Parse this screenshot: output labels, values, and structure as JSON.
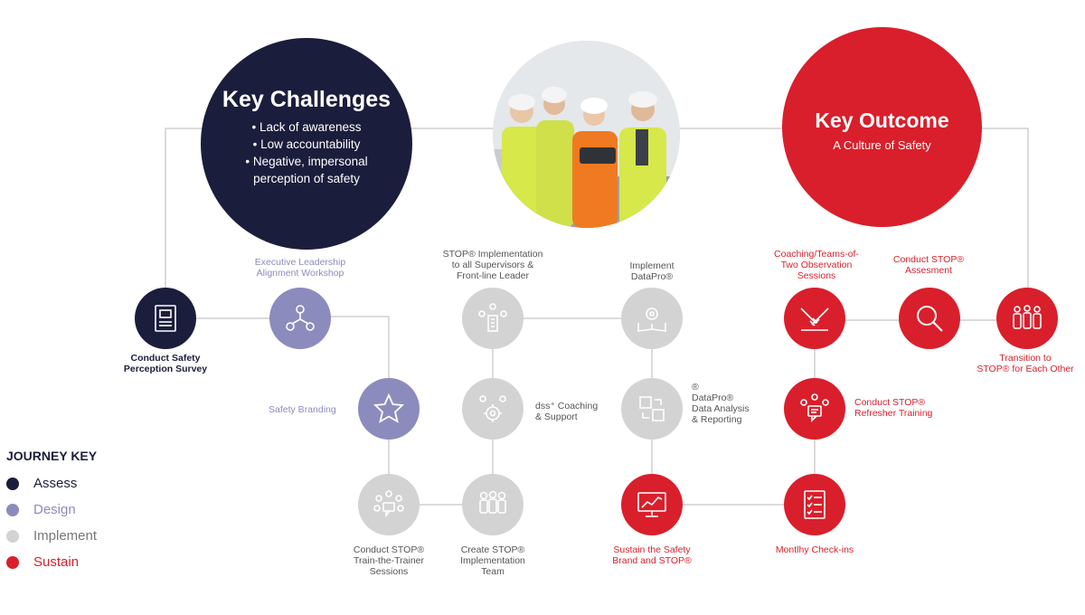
{
  "colors": {
    "assess": "#1b1d3c",
    "design": "#8c8bbd",
    "implement": "#d3d3d3",
    "sustain": "#d91f2b",
    "connector": "#cfcfcf"
  },
  "key_challenges": {
    "title": "Key Challenges",
    "items": [
      "• Lack of awareness",
      "• Low accountability",
      "• Negative, impersonal",
      "perception of safety"
    ]
  },
  "key_outcome": {
    "title": "Key Outcome",
    "subtitle": "A Culture of Safety"
  },
  "nodes": {
    "survey": {
      "label": "Conduct Safety\nPerception Survey",
      "phase": "assess",
      "icon": "clipboard-form-icon"
    },
    "exec_workshop": {
      "label": "Executive Leadership\nAlignment Workshop",
      "phase": "design",
      "icon": "team-network-icon"
    },
    "branding": {
      "label": "Safety Branding",
      "phase": "design",
      "icon": "star-icon"
    },
    "train_trainer": {
      "label": "Conduct STOP®\nTrain-the-Trainer\nSessions",
      "phase": "implement",
      "icon": "group-discussion-icon"
    },
    "impl_team": {
      "label": "Create STOP®\nImplementation\nTeam",
      "phase": "implement",
      "icon": "team-people-icon"
    },
    "coaching": {
      "label": "dss⁺ Coaching\n& Support",
      "phase": "implement",
      "icon": "coaching-gear-icon"
    },
    "impl_supervisors": {
      "label": "STOP® Implementation\nto all Supervisors &\nFront-line Leader",
      "phase": "implement",
      "icon": "org-building-icon"
    },
    "impl_datapro": {
      "label": "Implement\nDataPro®",
      "phase": "implement",
      "icon": "book-gear-icon"
    },
    "data_analysis": {
      "label": "®\nDataPro®\nData Analysis\n& Reporting",
      "phase": "implement",
      "icon": "data-squares-icon"
    },
    "sustain_brand": {
      "label": "Sustain the Safety\nBrand and STOP®",
      "phase": "sustain",
      "icon": "monitor-chart-icon"
    },
    "checkins": {
      "label": "Montlhy Check-ins",
      "phase": "sustain",
      "icon": "checklist-icon"
    },
    "refresher": {
      "label": "Conduct STOP®\nRefresher Training",
      "phase": "sustain",
      "icon": "presentation-group-icon"
    },
    "observation": {
      "label": "Coaching/Teams-of-\nTwo Observation\nSessions",
      "phase": "sustain",
      "icon": "handshake-icon"
    },
    "assessment": {
      "label": "Conduct STOP®\nAssesment",
      "phase": "sustain",
      "icon": "magnifier-icon"
    },
    "transition": {
      "label": "Transition to\nSTOP® for Each Other",
      "phase": "sustain",
      "icon": "people-group-icon"
    }
  },
  "journey_key": {
    "title": "JOURNEY KEY",
    "items": [
      {
        "label": "Assess",
        "color": "#1b1d3c"
      },
      {
        "label": "Design",
        "color": "#8c8bbd"
      },
      {
        "label": "Implement",
        "color": "#d3d3d3"
      },
      {
        "label": "Sustain",
        "color": "#d91f2b"
      }
    ]
  }
}
